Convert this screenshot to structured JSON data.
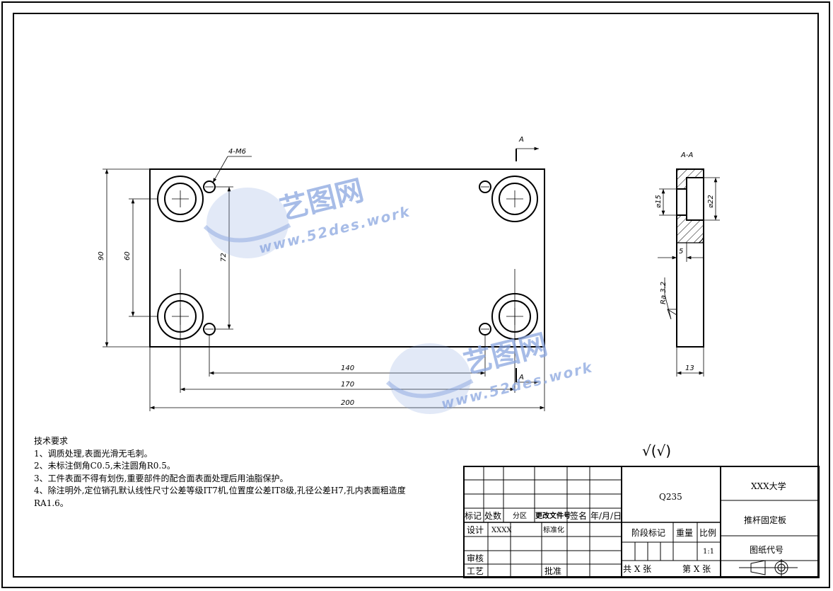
{
  "drawing": {
    "callout_hole": "4-M6",
    "dims": {
      "height_90": "90",
      "height_60": "60",
      "height_72": "72",
      "w_140": "140",
      "w_170": "170",
      "w_200": "200",
      "dia_15": "⌀15",
      "dia_22": "⌀22",
      "depth_5": "5",
      "thick_13": "13",
      "roughness": "Ra 3.2"
    },
    "section_mark": "A",
    "section_title": "A-A",
    "roughness_symbol": "√(√)"
  },
  "watermark": {
    "text_cn": "艺图网",
    "url": "www.52des.work",
    "color": "#8aa6e0"
  },
  "notes": {
    "title": "技术要求",
    "items": [
      "1、调质处理,表面光滑无毛刺。",
      "2、未标注倒角C0.5,未注圆角R0.5。",
      "3、工件表面不得有划伤,重要部件的配合面表面处理后用油脂保护。",
      "4、除注明外,定位销孔默认线性尺寸公差等级IT7机,位置度公差IT8级,孔径公差H7,孔内表面粗造度RA1.6。"
    ]
  },
  "title_block": {
    "headers": [
      "标记",
      "处数",
      "分区",
      "更改文件号",
      "签名",
      "年/月/日"
    ],
    "design_label": "设计",
    "designer": "XXXX",
    "standardize_label": "标准化",
    "review_label": "审核",
    "process_label": "工艺",
    "approve_label": "批准",
    "material": "Q235",
    "stage_label": "阶段标记",
    "weight_label": "重量",
    "scale_label": "比例",
    "scale": "1:1",
    "total_sheets": "共 X 张",
    "sheet_no": "第 X 张",
    "school": "XXX大学",
    "part_name": "推杆固定板",
    "drawing_no_label": "图纸代号"
  }
}
